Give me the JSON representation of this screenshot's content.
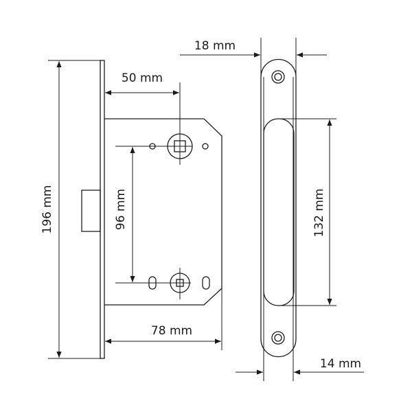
{
  "dimensions": {
    "height_total": "196 mm",
    "backset": "50 mm",
    "spindle_distance": "96 mm",
    "case_depth": "78 mm",
    "faceplate_width": "18 mm",
    "strike_height": "132 mm",
    "strike_width": "14 mm"
  },
  "colors": {
    "line": "#1a1a1a",
    "background": "#ffffff"
  }
}
